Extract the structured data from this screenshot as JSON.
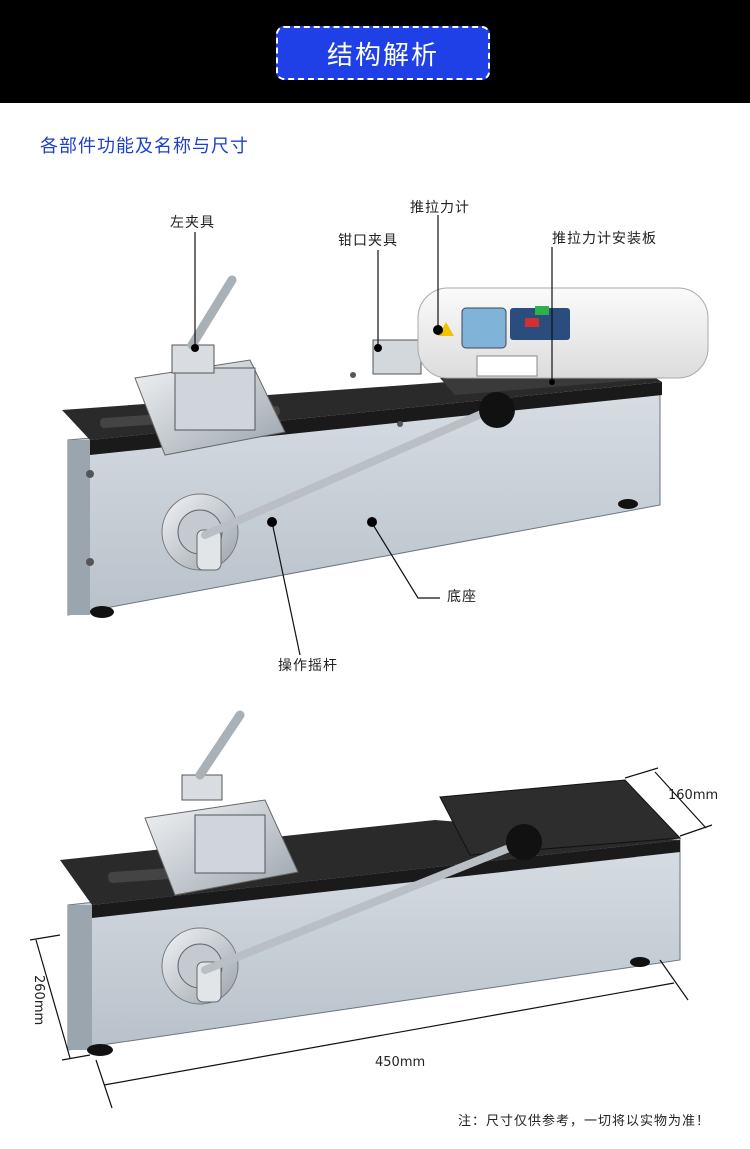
{
  "header": {
    "title": "结构解析"
  },
  "subtitle": "各部件功能及名称与尺寸",
  "labels": {
    "left_clamp": "左夹具",
    "jaw_clamp": "钳口夹具",
    "force_gauge": "推拉力计",
    "gauge_plate": "推拉力计安装板",
    "base": "底座",
    "lever": "操作摇杆"
  },
  "dimensions": {
    "width": "160mm",
    "height": "260mm",
    "length": "450mm"
  },
  "note": "注：尺寸仅供参考，一切将以实物为准！",
  "colors": {
    "header_bg": "#000000",
    "title_bg": "#1f40e6",
    "subtitle": "#1d3fcf"
  },
  "gauge_screen": {
    "warning": "警告"
  }
}
